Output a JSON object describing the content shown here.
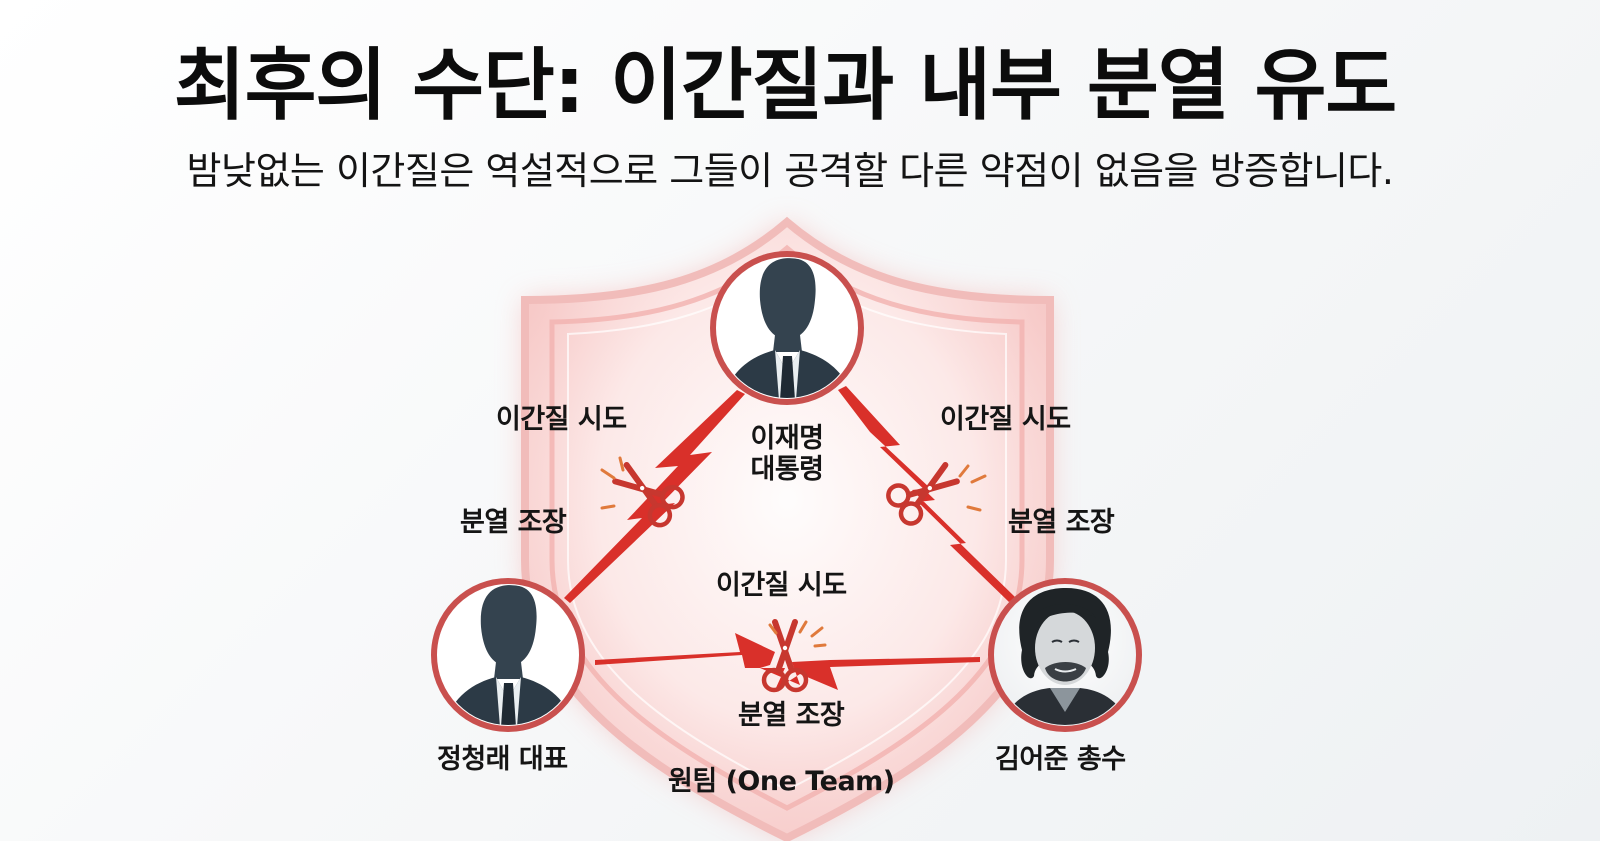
{
  "header": {
    "title": "최후의 수단: 이간질과 내부 분열 유도",
    "subtitle": "밤낮없는 이간질은 역설적으로 그들이 공격할 다른 약점이 없음을 방증합니다."
  },
  "diagram": {
    "container_label": "원팀 (One Team)",
    "container_icon": "shield-icon",
    "nodes": [
      {
        "id": "top",
        "name_line1": "이재명",
        "name_line2": "대통령",
        "icon": "person-silhouette-icon"
      },
      {
        "id": "bottom-left",
        "name": "정청래 대표",
        "icon": "person-silhouette-icon"
      },
      {
        "id": "bottom-right",
        "name": "김어준 총수",
        "icon": "portrait-illustration-icon"
      }
    ],
    "edges": [
      {
        "id": "left",
        "from": "top",
        "to": "bottom-left",
        "label_top": "이간질 시도",
        "label_bottom": "분열 조장",
        "icon": "lightning-bolt-icon",
        "cut_icon": "scissors-icon"
      },
      {
        "id": "right",
        "from": "top",
        "to": "bottom-right",
        "label_top": "이간질 시도",
        "label_bottom": "분열 조장",
        "icon": "lightning-bolt-icon",
        "cut_icon": "scissors-icon"
      },
      {
        "id": "bottom",
        "from": "bottom-left",
        "to": "bottom-right",
        "label_top": "이간질 시도",
        "label_bottom": "분열 조장",
        "icon": "lightning-bolt-icon",
        "cut_icon": "scissors-icon"
      }
    ]
  },
  "colors": {
    "accent_red": "#d9302a",
    "ring_red": "#c9504e",
    "shield_pink": "#f6c9c7",
    "silhouette": "#2f3e4c",
    "text": "#111111"
  }
}
